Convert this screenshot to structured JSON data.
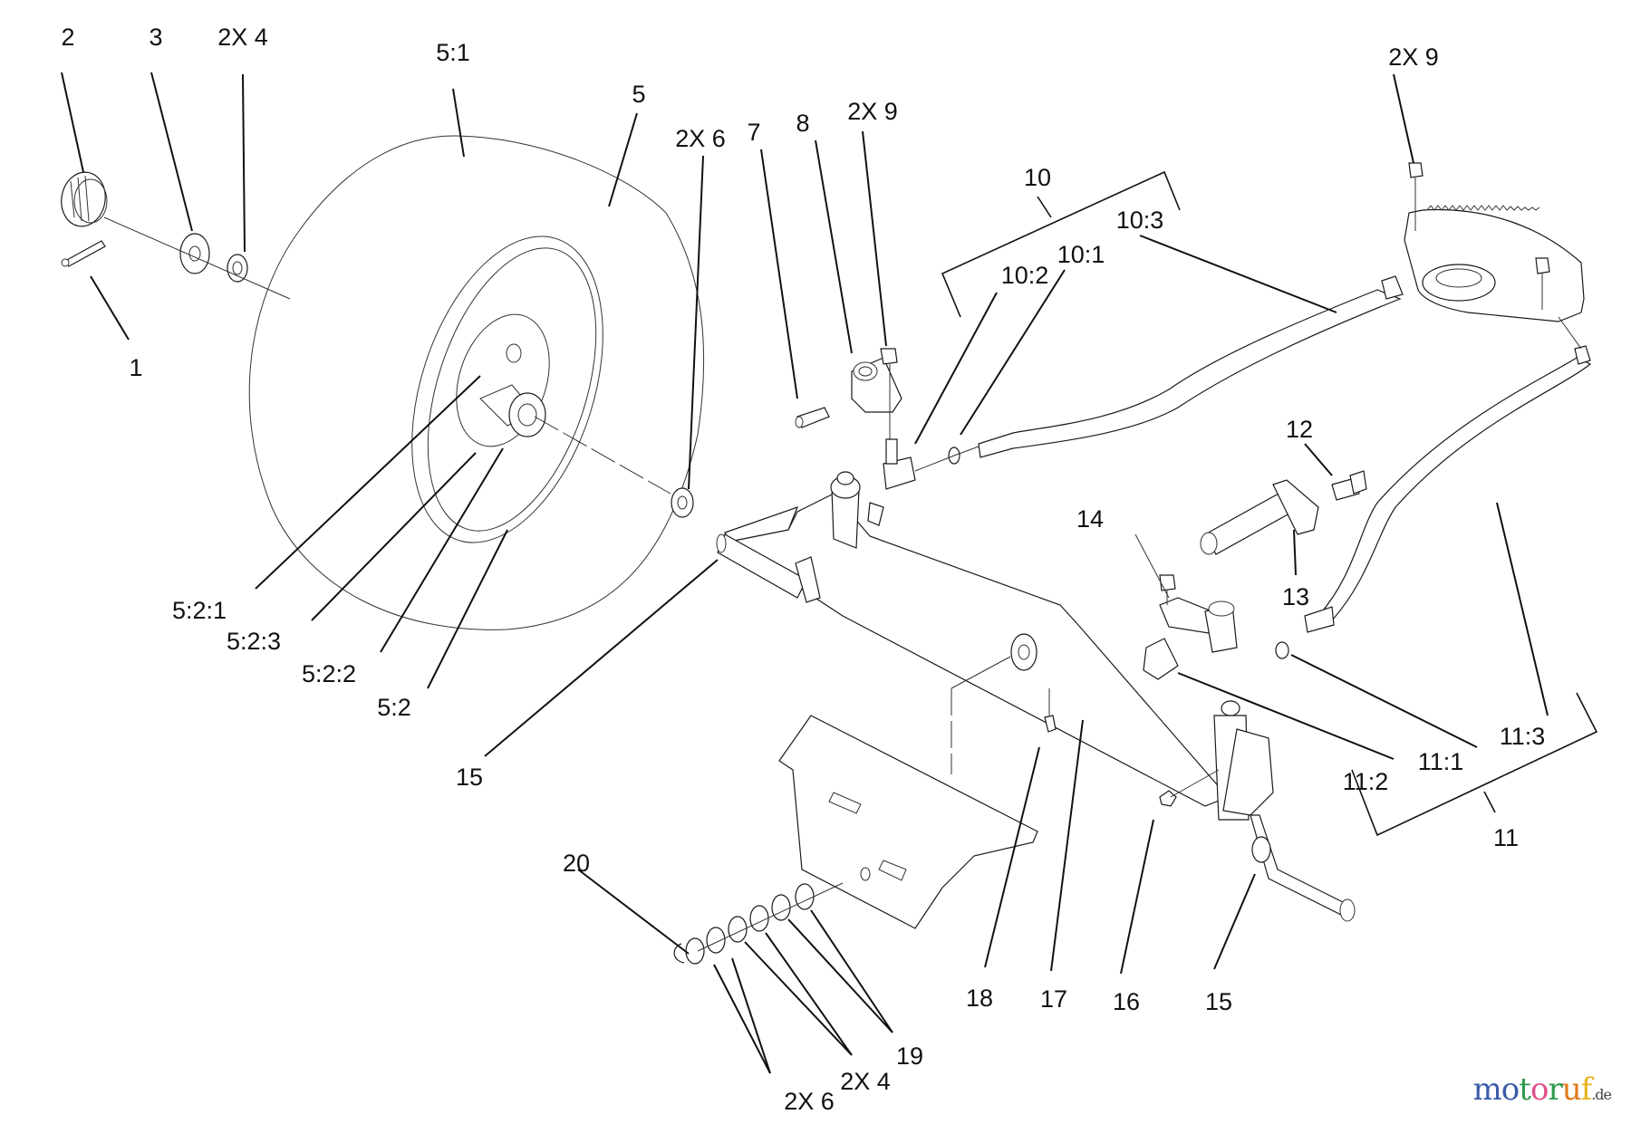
{
  "diagram": {
    "type": "exploded-parts-diagram",
    "subject": "front axle, steering and wheel assembly",
    "callouts": [
      {
        "id": "c-2",
        "text": "2"
      },
      {
        "id": "c-3",
        "text": "3"
      },
      {
        "id": "c-4a",
        "text": "2X 4"
      },
      {
        "id": "c-5-1",
        "text": "5:1"
      },
      {
        "id": "c-5",
        "text": "5"
      },
      {
        "id": "c-6a",
        "text": "2X 6"
      },
      {
        "id": "c-7",
        "text": "7"
      },
      {
        "id": "c-8",
        "text": "8"
      },
      {
        "id": "c-9a",
        "text": "2X 9"
      },
      {
        "id": "c-10",
        "text": "10"
      },
      {
        "id": "c-10-3",
        "text": "10:3"
      },
      {
        "id": "c-10-1",
        "text": "10:1"
      },
      {
        "id": "c-10-2",
        "text": "10:2"
      },
      {
        "id": "c-9b",
        "text": "2X 9"
      },
      {
        "id": "c-1",
        "text": "1"
      },
      {
        "id": "c-12",
        "text": "12"
      },
      {
        "id": "c-14",
        "text": "14"
      },
      {
        "id": "c-13",
        "text": "13"
      },
      {
        "id": "c-5-2-1",
        "text": "5:2:1"
      },
      {
        "id": "c-5-2-3",
        "text": "5:2:3"
      },
      {
        "id": "c-5-2-2",
        "text": "5:2:2"
      },
      {
        "id": "c-5-2",
        "text": "5:2"
      },
      {
        "id": "c-15a",
        "text": "15"
      },
      {
        "id": "c-11-3",
        "text": "11:3"
      },
      {
        "id": "c-11-1",
        "text": "11:1"
      },
      {
        "id": "c-11-2",
        "text": "11:2"
      },
      {
        "id": "c-11",
        "text": "11"
      },
      {
        "id": "c-20",
        "text": "20"
      },
      {
        "id": "c-19",
        "text": "19"
      },
      {
        "id": "c-4b",
        "text": "2X 4"
      },
      {
        "id": "c-6b",
        "text": "2X 6"
      },
      {
        "id": "c-18",
        "text": "18"
      },
      {
        "id": "c-17",
        "text": "17"
      },
      {
        "id": "c-16",
        "text": "16"
      },
      {
        "id": "c-15b",
        "text": "15"
      }
    ]
  },
  "watermark": {
    "letters": [
      "m",
      "o",
      "t",
      "o",
      "r",
      "u",
      "f"
    ],
    "colors": [
      "#3b5ba8",
      "#3b5ba8",
      "#2e9a4a",
      "#e0508a",
      "#2e9a4a",
      "#e07a1a",
      "#e8b21a"
    ],
    "suffix": ".de"
  }
}
